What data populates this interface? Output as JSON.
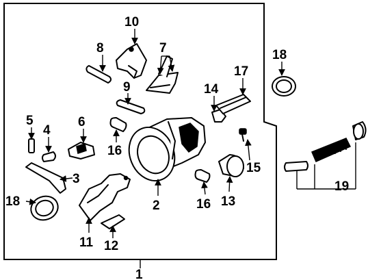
{
  "callouts": {
    "c1": "1",
    "c2": "2",
    "c3": "3",
    "c4": "4",
    "c5": "5",
    "c6": "6",
    "c7": "7",
    "c8": "8",
    "c9": "9",
    "c10": "10",
    "c11": "11",
    "c12": "12",
    "c13": "13",
    "c14": "14",
    "c15": "15",
    "c16a": "16",
    "c16b": "16",
    "c17": "17",
    "c18a": "18",
    "c18b": "18",
    "c19": "19"
  }
}
